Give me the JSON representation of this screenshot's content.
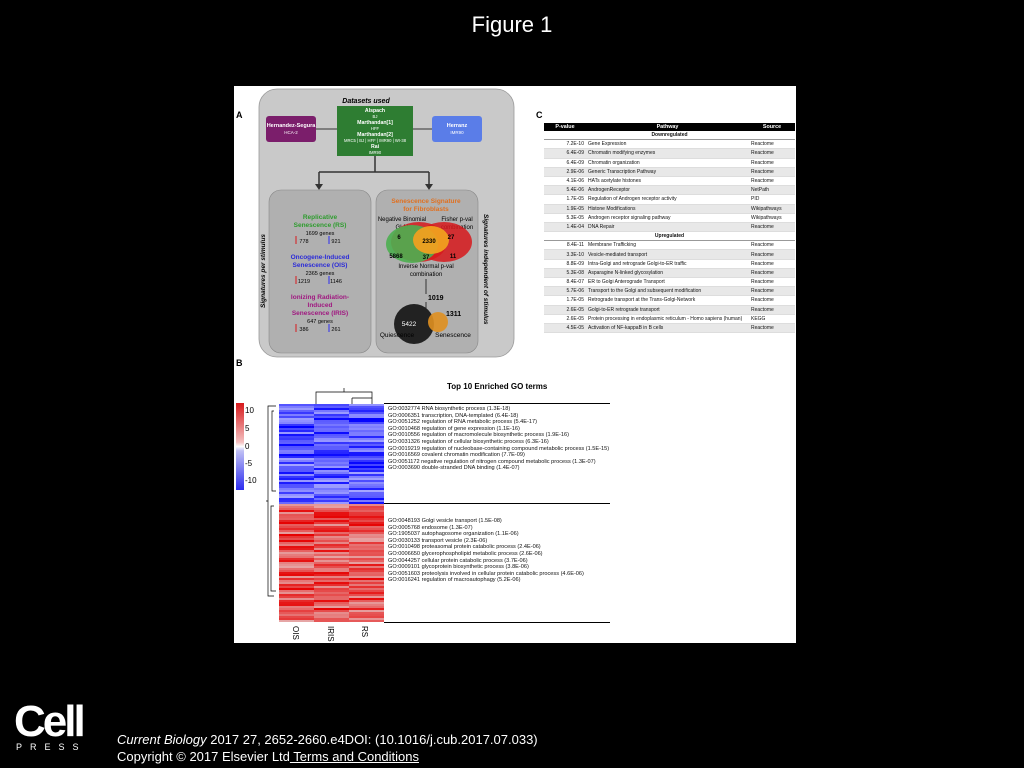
{
  "title": "Figure 1",
  "citation": {
    "journal": "Current Biology",
    "rest": " 2017 27, 2652-2660.e4DOI: (10.1016/j.cub.2017.07.033)",
    "copyright": "Copyright © 2017 Elsevier Ltd",
    "terms_link": " Terms and Conditions"
  },
  "logo": {
    "word": "Cell",
    "press": "PRESS"
  },
  "panel_letters": {
    "a": "A",
    "b": "B",
    "c": "C"
  },
  "panel_a": {
    "datasets_used": "Datasets used",
    "center_lines": [
      "Alspach",
      "BJ",
      "Marthandan[1]",
      "HFF",
      "Marthandan[2]",
      "MRC5 | BJ | HFF | IMR90 | WI-38",
      "Rai",
      "IMR90"
    ],
    "left_box": [
      "Hernandez-Segura",
      "HCA-2"
    ],
    "right_box": [
      "Herranz",
      "IMR90"
    ],
    "side_left": "Signatures per stimulus",
    "side_right": "Signatures independent of stimulus",
    "rs": {
      "title": [
        "Replicative",
        "Senescence (RS)"
      ],
      "genes": "1699 genes",
      "up": "778",
      "down": "921"
    },
    "ois": {
      "title": [
        "Oncogene-Induced",
        "Senescence (OIS)"
      ],
      "genes": "2365 genes",
      "up": "1219",
      "down": "1146"
    },
    "iris": {
      "title": [
        "Ionizing Radiation-",
        "Induced",
        "Senescence (IRIS)"
      ],
      "genes": "647 genes",
      "up": "386",
      "down": "261"
    },
    "sig_title": [
      "Senescence Signature",
      "for Fibroblasts"
    ],
    "neg_binomial": [
      "Negative Binomial",
      "GLM"
    ],
    "fisher": [
      "Fisher p-val",
      "combination"
    ],
    "venn": {
      "a": "6",
      "center": "2330",
      "b": "27",
      "c": "5868",
      "d": "37",
      "e": "11"
    },
    "inverse": [
      "Inverse Normal p-val",
      "combination"
    ],
    "n1019": "1019",
    "n5422": "5422",
    "n1311": "1311",
    "quiescence": "Quiescence",
    "senescence": "Senescence"
  },
  "panel_c": {
    "headers": [
      "P-value",
      "Pathway",
      "Source"
    ],
    "groups": [
      {
        "name": "Downregulated",
        "rows": [
          [
            "7.2E-10",
            "Gene Expression",
            "Reactome"
          ],
          [
            "6.4E-09",
            "Chromatin modifying enzymes",
            "Reactome"
          ],
          [
            "6.4E-09",
            "Chromatin organization",
            "Reactome"
          ],
          [
            "2.9E-06",
            "Generic Transcription Pathway",
            "Reactome"
          ],
          [
            "4.1E-06",
            "HATs acetylate histones",
            "Reactome"
          ],
          [
            "5.4E-06",
            "AndrogenReceptor",
            "NetPath"
          ],
          [
            "1.7E-05",
            "Regulation of Androgen receptor activity",
            "PID"
          ],
          [
            "1.9E-05",
            "Histone Modifications",
            "Wikipathways"
          ],
          [
            "5.3E-05",
            "Androgen receptor signaling pathway",
            "Wikipathways"
          ],
          [
            "1.4E-04",
            "DNA Repair",
            "Reactome"
          ]
        ]
      },
      {
        "name": "Upregulated",
        "rows": [
          [
            "8.4E-11",
            "Membrane Trafficking",
            "Reactome"
          ],
          [
            "3.3E-10",
            "Vesicle-mediated transport",
            "Reactome"
          ],
          [
            "8.8E-09",
            "Intra-Golgi and retrograde Golgi-to-ER traffic",
            "Reactome"
          ],
          [
            "5.3E-08",
            "Asparagine N-linked glycosylation",
            "Reactome"
          ],
          [
            "8.4E-07",
            "ER to Golgi Anterograde Transport",
            "Reactome"
          ],
          [
            "5.7E-06",
            "Transport to the Golgi and subsequent modification",
            "Reactome"
          ],
          [
            "1.7E-05",
            "Retrograde transport at the Trans-Golgi-Network",
            "Reactome"
          ],
          [
            "2.6E-05",
            "Golgi-to-ER retrograde transport",
            "Reactome"
          ],
          [
            "2.6E-05",
            "Protein processing in endoplasmic reticulum - Homo sapiens (human)",
            "KEGG"
          ],
          [
            "4.5E-05",
            "Activation of NF-kappaB in B cells",
            "Reactome"
          ]
        ]
      }
    ]
  },
  "panel_b": {
    "title": "Top 10 Enriched GO terms",
    "scale": [
      "10",
      "5",
      "0",
      "-5",
      "-10"
    ],
    "columns": [
      "OIS",
      "IRIS",
      "RS"
    ],
    "down_terms": [
      "GO:0032774 RNA biosynthetic process (1.3E-18)",
      "GO:0006351 transcription, DNA-templated (6.4E-18)",
      "GO:0051252 regulation of RNA metabolic process (5.4E-17)",
      "GO:0010468 regulation of gene expression (1.1E-16)",
      "GO:0010556 regulation of macromolecule biosynthetic process (1.9E-16)",
      "GO:0031326 regulation of cellular biosynthetic process (6.3E-16)",
      "GO:0019219 regulation of nucleobase-containing compound metabolic process (1.5E-15)",
      "GO:0016569 covalent chromatin modification (7.7E-09)",
      "GO:0051172 negative regulation of nitrogen compound metabolic process (1.3E-07)",
      "GO:0003690 double-stranded DNA binding (1.4E-07)"
    ],
    "up_terms": [
      "GO:0048193 Golgi vesicle transport (1.5E-08)",
      "GO:0005768 endosome (1.3E-07)",
      "GO:1905037 autophagosome organization (1.1E-06)",
      "GO:0030133 transport vesicle (2.3E-06)",
      "GO:0010498 proteasomal protein catabolic process (2.4E-06)",
      "GO:0006650 glycerophospholipid metabolic process (2.6E-06)",
      "GO:0044257 cellular protein catabolic process (3.7E-06)",
      "GO:0009101 glycoprotein biosynthetic process (3.8E-06)",
      "GO:0051603 proteolysis involved in cellular protein catabolic process (4.6E-06)",
      "GO:0016241 regulation of macroautophagy (5.2E-06)"
    ]
  },
  "colors": {
    "red": "#d7191c",
    "blue": "#2c2cf0",
    "green": "#2e7d32",
    "purple": "#7b1e6b",
    "orange": "#e07020"
  }
}
